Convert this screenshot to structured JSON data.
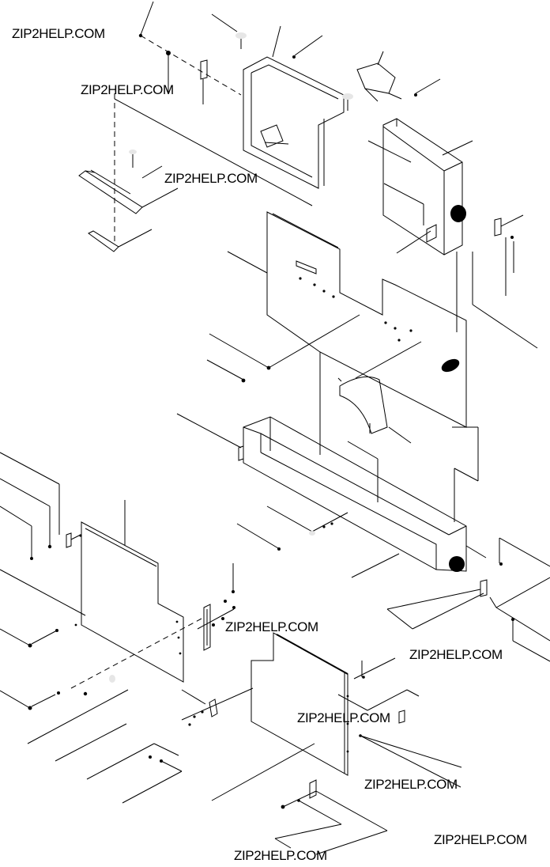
{
  "diagram": {
    "kind": "exploded parts diagram",
    "watermarks": [
      {
        "id": "wm-1",
        "text": "ZIP2HELP.COM"
      },
      {
        "id": "wm-2",
        "text": "ZIP2HELP.COM"
      },
      {
        "id": "wm-3",
        "text": "ZIP2HELP.COM"
      },
      {
        "id": "wm-4",
        "text": "ZIP2HELP.COM"
      },
      {
        "id": "wm-5",
        "text": "ZIP2HELP.COM"
      },
      {
        "id": "wm-6",
        "text": "ZIP2HELP.COM"
      },
      {
        "id": "wm-7",
        "text": "ZIP2HELP.COM"
      },
      {
        "id": "wm-8",
        "text": "ZIP2HELP.COM"
      },
      {
        "id": "wm-9",
        "text": "ZIP2HELP.COM"
      }
    ],
    "colors": {
      "line": "#000000",
      "background": "#ffffff"
    }
  }
}
